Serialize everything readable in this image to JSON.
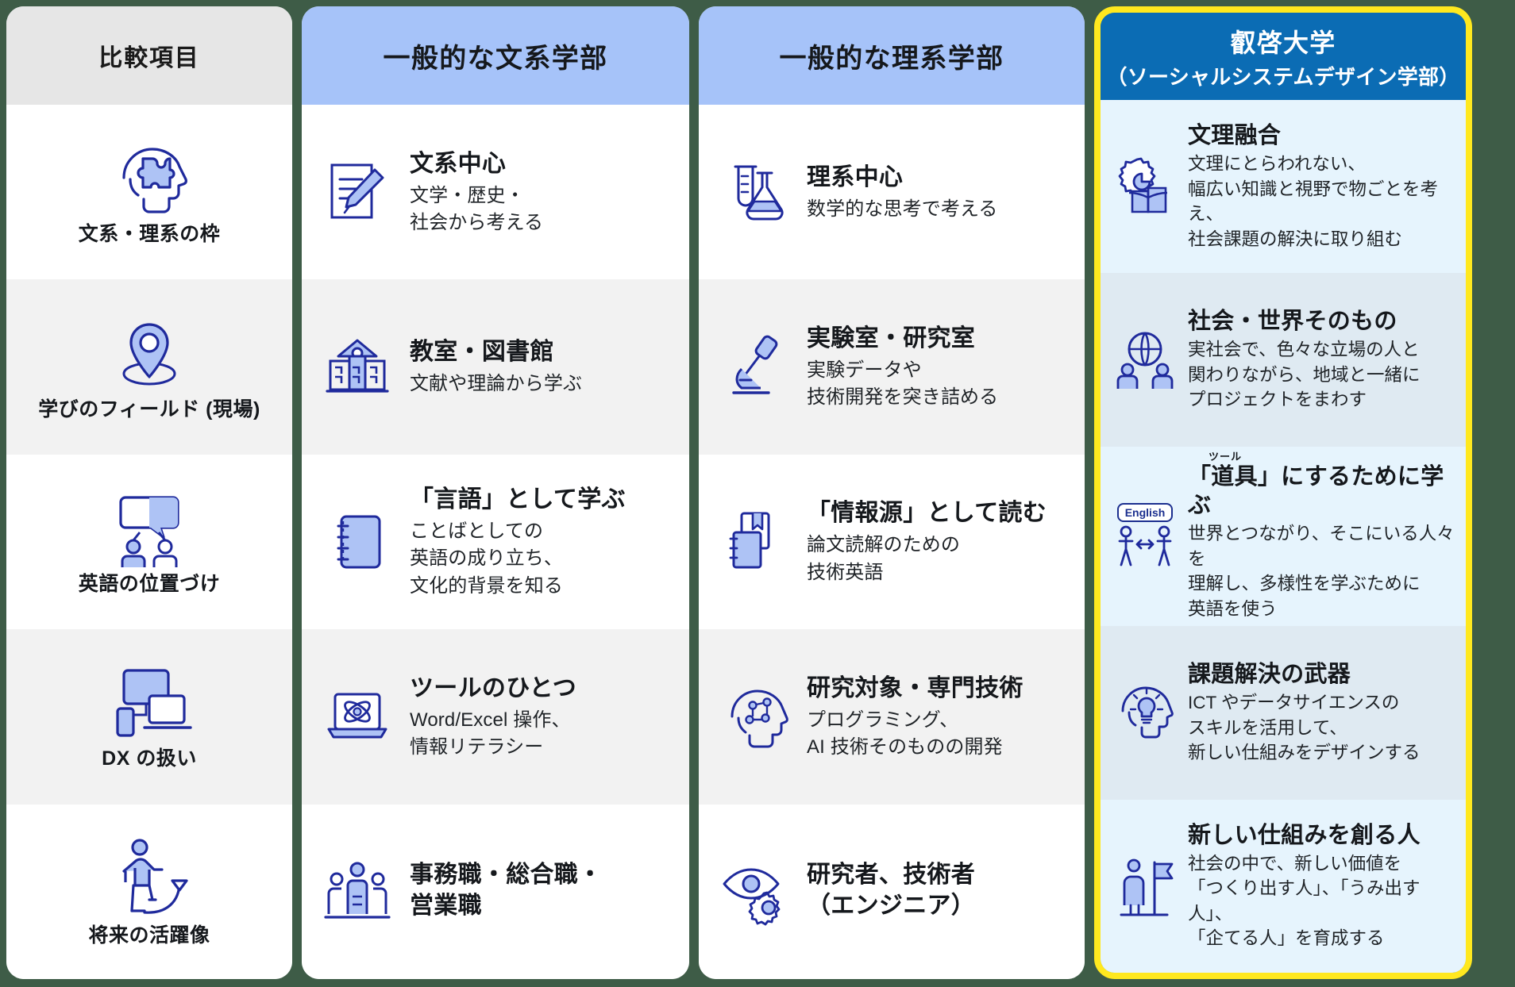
{
  "colors": {
    "page_background": "#3E5C47",
    "header_gray": "#E6E6E6",
    "header_blue": "#A6C3F9",
    "highlight_header": "#0B6CB4",
    "highlight_border": "#FFE81F",
    "highlight_row_light": "#E6F4FD",
    "highlight_row_dark": "#DFEAF2",
    "icon_line": "#1F2A9C",
    "icon_fill": "#AEC3F5"
  },
  "headers": {
    "items": "比較項目",
    "bunkei": "一般的な文系学部",
    "rikei": "一般的な理系学部",
    "uni_line1": "叡啓大学",
    "uni_line2": "（ソーシャルシステムデザイン学部）"
  },
  "items": [
    {
      "icon": "head-puzzle-icon",
      "label": "文系・理系の枠"
    },
    {
      "icon": "map-pin-icon",
      "label": "学びのフィールド (現場)"
    },
    {
      "icon": "conversation-icon",
      "label": "英語の位置づけ"
    },
    {
      "icon": "devices-icon",
      "label": "DX の扱い"
    },
    {
      "icon": "running-arrow-icon",
      "label": "将来の活躍像"
    }
  ],
  "bunkei": [
    {
      "icon": "document-pencil-icon",
      "title": "文系中心",
      "desc": "文学・歴史・\n社会から考える"
    },
    {
      "icon": "building-icon",
      "title": "教室・図書館",
      "desc": "文献や理論から学ぶ"
    },
    {
      "icon": "notebook-icon",
      "title": "「言語」として学ぶ",
      "desc": "ことばとしての\n英語の成り立ち、\n文化的背景を知る"
    },
    {
      "icon": "laptop-atom-icon",
      "title": "ツールのひとつ",
      "desc": "Word/Excel 操作、\n情報リテラシー"
    },
    {
      "icon": "people-group-icon",
      "title": "事務職・総合職・\n営業職",
      "desc": ""
    }
  ],
  "rikei": [
    {
      "icon": "flask-icon",
      "title": "理系中心",
      "desc": "数学的な思考で考える"
    },
    {
      "icon": "microscope-icon",
      "title": "実験室・研究室",
      "desc": "実験データや\n技術開発を突き詰める"
    },
    {
      "icon": "books-icon",
      "title": "「情報源」として読む",
      "desc": "論文読解のための\n技術英語"
    },
    {
      "icon": "head-circuit-icon",
      "title": "研究対象・専門技術",
      "desc": "プログラミング、\nAI 技術そのものの開発"
    },
    {
      "icon": "eye-gear-icon",
      "title": "研究者、技術者\n（エンジニア）",
      "desc": ""
    }
  ],
  "uni": [
    {
      "icon": "gear-book-icon",
      "ruby": "",
      "title": "文理融合",
      "desc": "文理にとらわれない、\n幅広い知識と視野で物ごとを考え、\n社会課題の解決に取り組む"
    },
    {
      "icon": "globe-people-icon",
      "ruby": "",
      "title": "社会・世界そのもの",
      "desc": "実社会で、色々な立場の人と\n関わりながら、地域と一緒に\nプロジェクトをまわす"
    },
    {
      "icon": "english-exchange-icon",
      "badge": "English",
      "ruby": "ツール",
      "title": "「道具」にするために学ぶ",
      "desc": "世界とつながり、そこにいる人々を\n理解し、多様性を学ぶために\n英語を使う"
    },
    {
      "icon": "head-bulb-icon",
      "ruby": "",
      "title": "課題解決の武器",
      "desc": "ICT やデータサイエンスの\nスキルを活用して、\n新しい仕組みをデザインする"
    },
    {
      "icon": "flag-person-icon",
      "ruby": "",
      "title": "新しい仕組みを創る人",
      "desc": "社会の中で、新しい価値を\n「つくり出す人」、「うみ出す人」、\n「企てる人」を育成する"
    }
  ]
}
